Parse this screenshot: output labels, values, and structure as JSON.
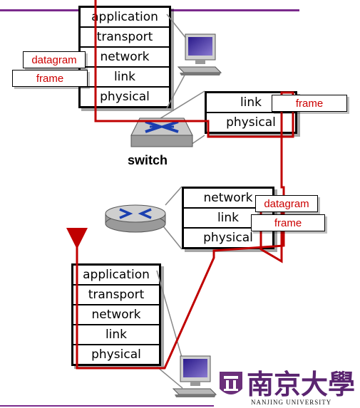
{
  "top_host_stack": {
    "layers": [
      "application",
      "transport",
      "network",
      "link",
      "physical"
    ]
  },
  "switch_stack": {
    "layers": [
      "link",
      "physical"
    ]
  },
  "router_stack": {
    "layers": [
      "network",
      "link",
      "physical"
    ]
  },
  "bottom_host_stack": {
    "layers": [
      "application",
      "transport",
      "network",
      "link",
      "physical"
    ]
  },
  "tags": {
    "top_datagram": "datagram",
    "top_frame": "frame",
    "switch_frame": "frame",
    "router_datagram": "datagram",
    "router_frame": "frame"
  },
  "switch_label": "switch",
  "university": {
    "chinese_name": "南京大學",
    "english_name": "NANJING UNIVERSITY"
  },
  "colors": {
    "path_red": "#c00000",
    "tag_text_red": "#cc0000",
    "header_purple": "#7a2a8c"
  },
  "icons": [
    "computer-icon",
    "switch-icon",
    "router-icon",
    "university-seal-icon"
  ]
}
